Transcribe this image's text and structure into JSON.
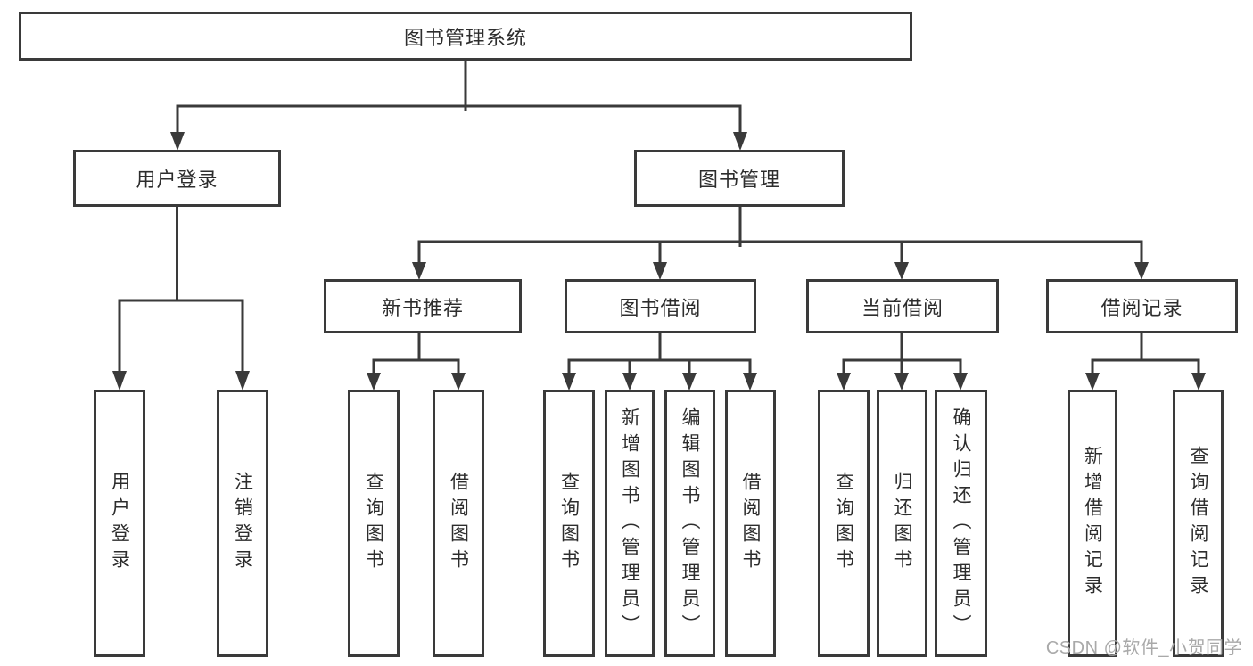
{
  "colors": {
    "line": "#3a3a3a",
    "border": "#3a3a3a",
    "text": "#2d2d2d",
    "watermark": "#a9a9a9",
    "background": "#ffffff"
  },
  "diagram": {
    "root": "图书管理系统",
    "level2": [
      "用户登录",
      "图书管理"
    ],
    "level3": [
      "新书推荐",
      "图书借阅",
      "当前借阅",
      "借阅记录"
    ],
    "leaves": {
      "user_login": [
        "用户登录",
        "注销登录"
      ],
      "new_book_recommend": [
        "查询图书",
        "借阅图书"
      ],
      "book_borrow": [
        "查询图书",
        "新增图书（管理员）",
        "编辑图书（管理员）",
        "借阅图书"
      ],
      "current_borrow": [
        "查询图书",
        "归还图书",
        "确认归还（管理员）"
      ],
      "borrow_records": [
        "新增借阅记录",
        "查询借阅记录"
      ]
    }
  },
  "watermark": "CSDN @软件_小贺同学"
}
